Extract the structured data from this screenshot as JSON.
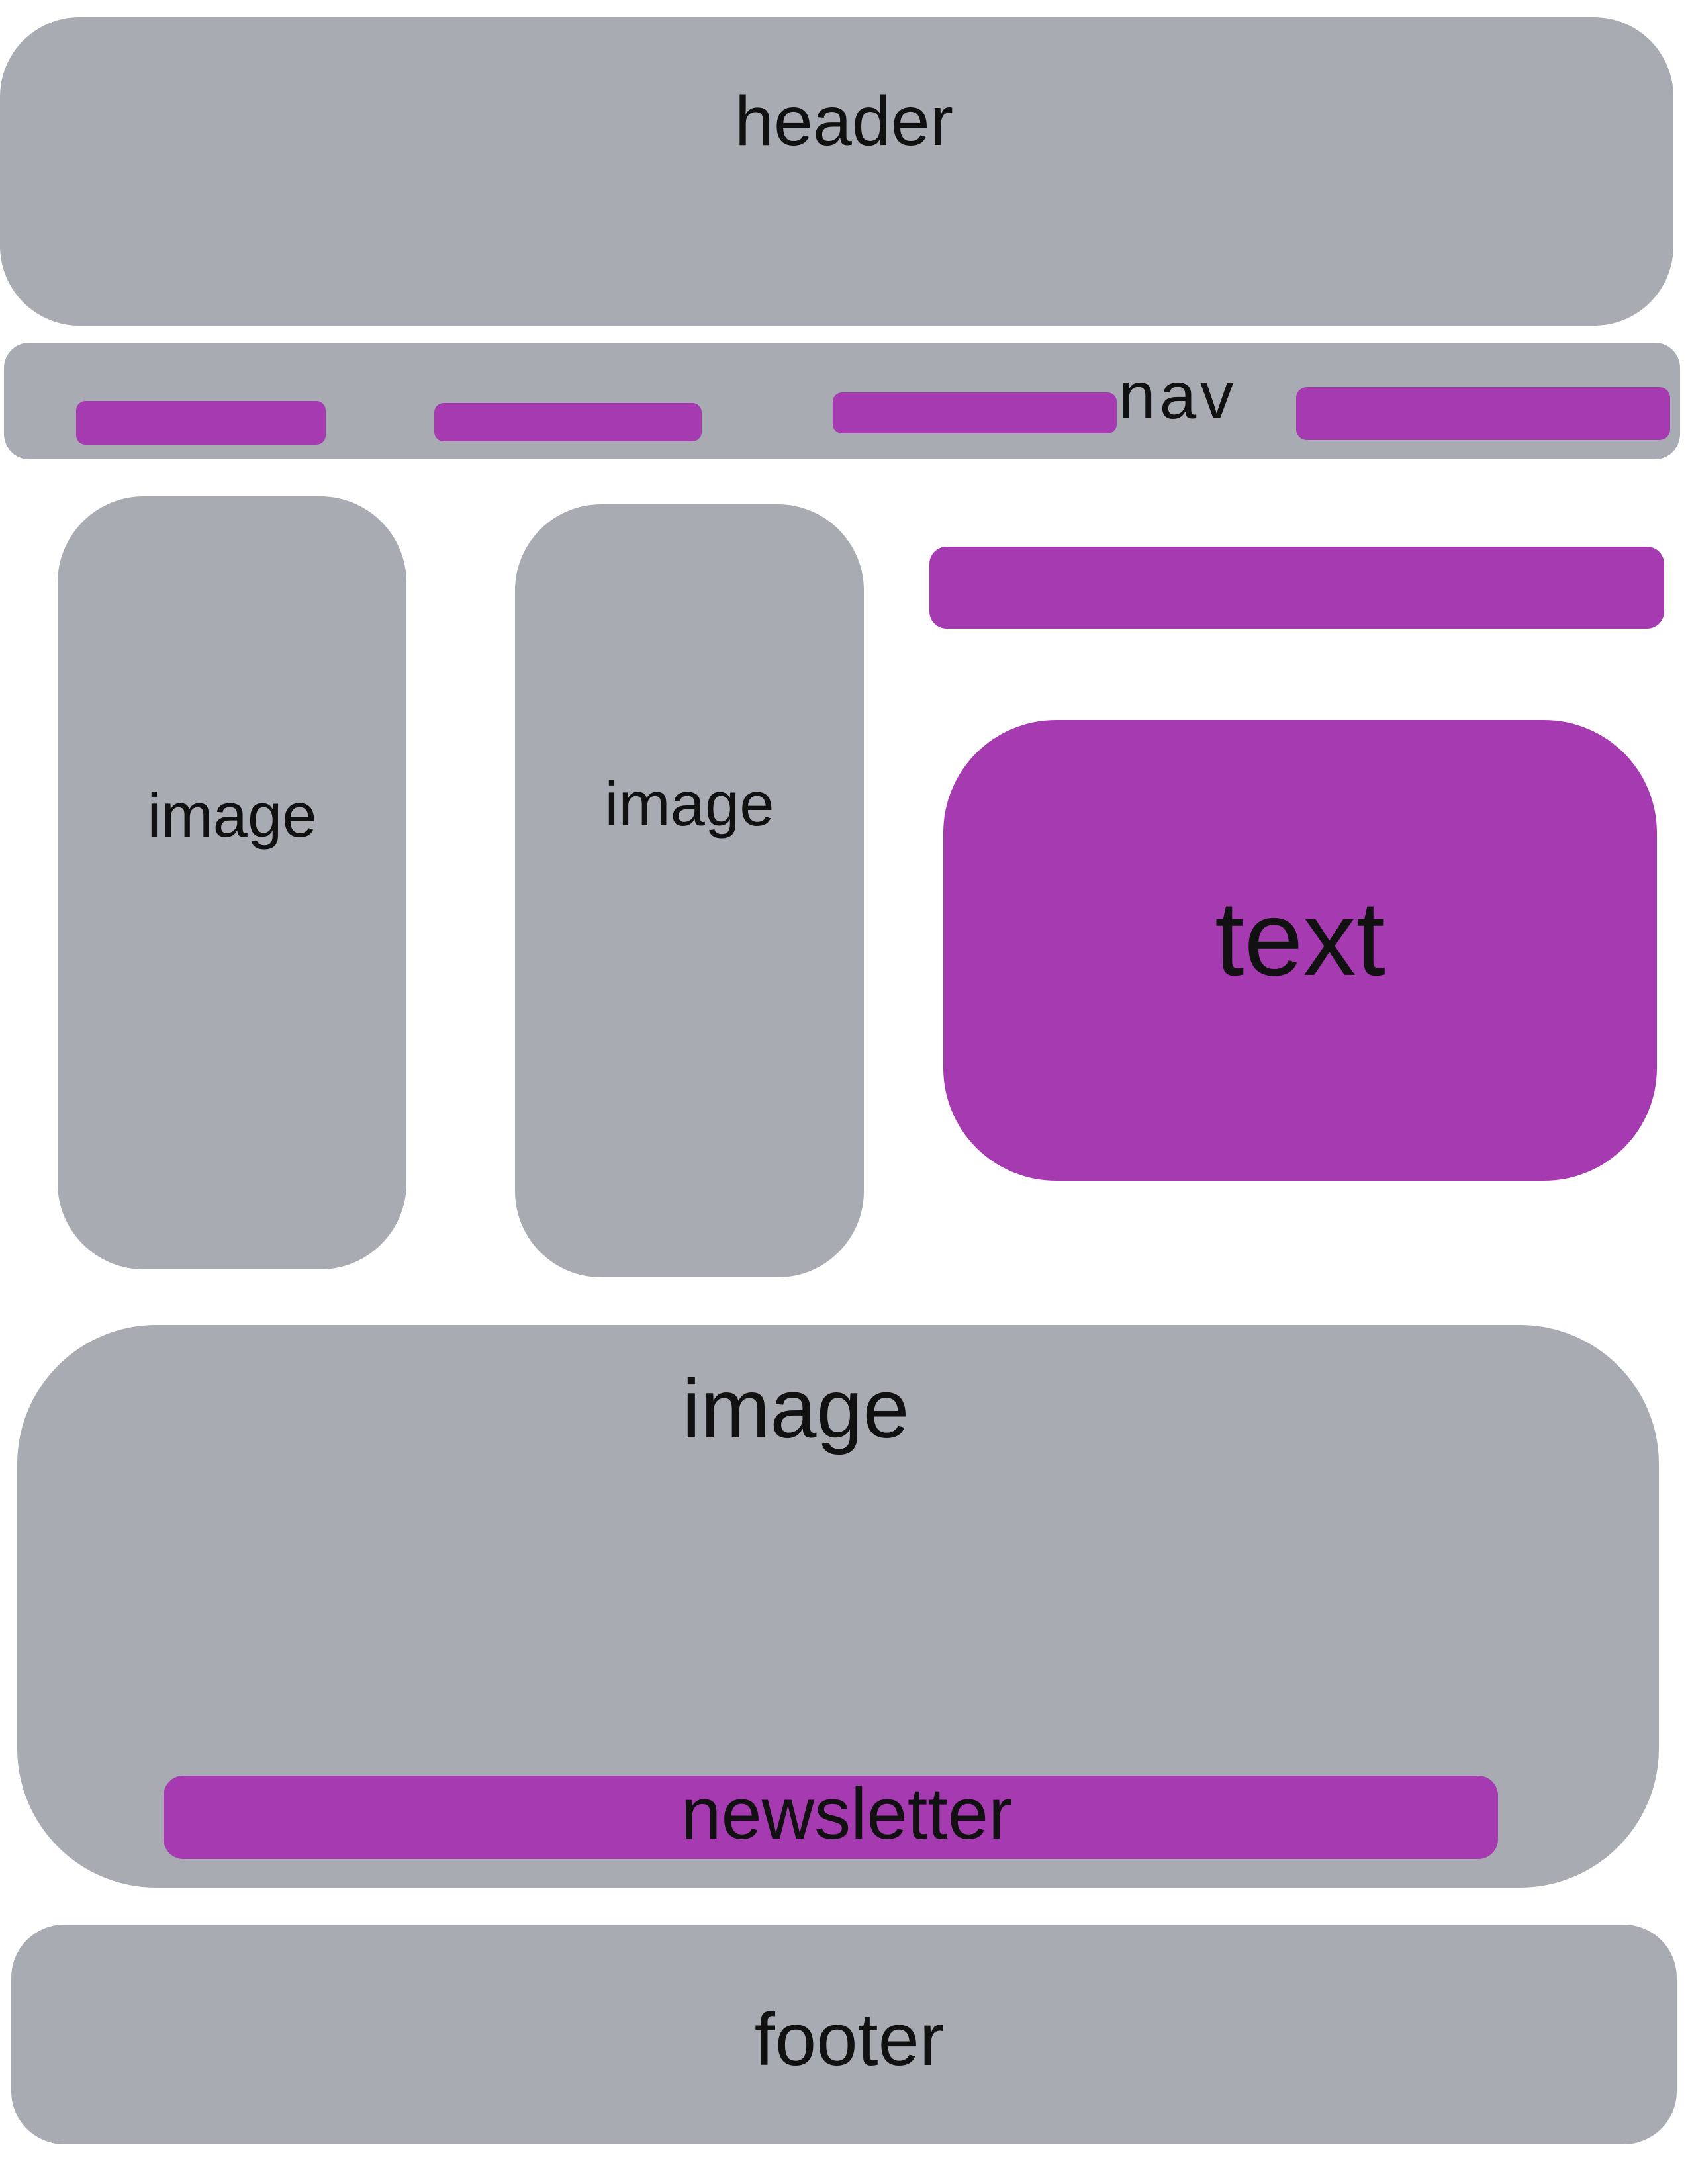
{
  "colors": {
    "block_grey": "#a8acb2",
    "accent_purple": "#a63bb1",
    "label_text": "#111111",
    "background": "#ffffff"
  },
  "header": {
    "label": "header"
  },
  "nav": {
    "label": "nav"
  },
  "columns": [
    {
      "label": "image"
    },
    {
      "label": "image"
    }
  ],
  "text_box": {
    "label": "text"
  },
  "image_wide": {
    "label": "image"
  },
  "newsletter": {
    "label": "newsletter"
  },
  "footer": {
    "label": "footer"
  }
}
